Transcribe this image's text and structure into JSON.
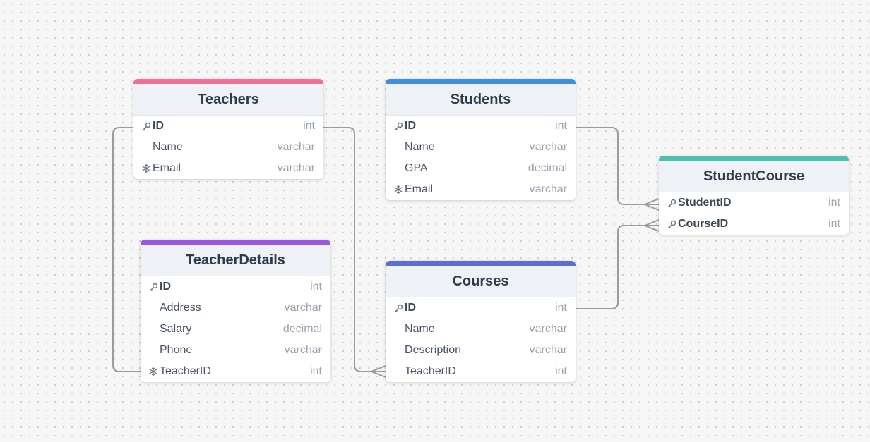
{
  "tables": {
    "teachers": {
      "name": "Teachers",
      "accent": "#f06f95",
      "fields": [
        {
          "icon": "key-icon",
          "name": "ID",
          "type": "int",
          "pk": true
        },
        {
          "icon": "",
          "name": "Name",
          "type": "varchar",
          "pk": false
        },
        {
          "icon": "unique-icon",
          "name": "Email",
          "type": "varchar",
          "pk": false
        }
      ]
    },
    "students": {
      "name": "Students",
      "accent": "#3f8fdd",
      "fields": [
        {
          "icon": "key-icon",
          "name": "ID",
          "type": "int",
          "pk": true
        },
        {
          "icon": "",
          "name": "Name",
          "type": "varchar",
          "pk": false
        },
        {
          "icon": "",
          "name": "GPA",
          "type": "decimal",
          "pk": false
        },
        {
          "icon": "unique-icon",
          "name": "Email",
          "type": "varchar",
          "pk": false
        }
      ]
    },
    "studentcourse": {
      "name": "StudentCourse",
      "accent": "#4fc0ad",
      "fields": [
        {
          "icon": "key-icon",
          "name": "StudentID",
          "type": "int",
          "pk": true
        },
        {
          "icon": "key-icon",
          "name": "CourseID",
          "type": "int",
          "pk": true
        }
      ]
    },
    "teacherdetails": {
      "name": "TeacherDetails",
      "accent": "#9a57e0",
      "fields": [
        {
          "icon": "key-icon",
          "name": "ID",
          "type": "int",
          "pk": true
        },
        {
          "icon": "",
          "name": "Address",
          "type": "varchar",
          "pk": false
        },
        {
          "icon": "",
          "name": "Salary",
          "type": "decimal",
          "pk": false
        },
        {
          "icon": "",
          "name": "Phone",
          "type": "varchar",
          "pk": false
        },
        {
          "icon": "unique-icon",
          "name": "TeacherID",
          "type": "int",
          "pk": false
        }
      ]
    },
    "courses": {
      "name": "Courses",
      "accent": "#5c6fd0",
      "fields": [
        {
          "icon": "key-icon",
          "name": "ID",
          "type": "int",
          "pk": true
        },
        {
          "icon": "",
          "name": "Name",
          "type": "varchar",
          "pk": false
        },
        {
          "icon": "",
          "name": "Description",
          "type": "varchar",
          "pk": false
        },
        {
          "icon": "",
          "name": "TeacherID",
          "type": "int",
          "pk": false
        }
      ]
    }
  },
  "relationships": [
    {
      "from": "teachers.ID",
      "to": "teacherdetails.TeacherID",
      "cardinality": "one-to-one"
    },
    {
      "from": "teachers.ID",
      "to": "courses.TeacherID",
      "cardinality": "one-to-many"
    },
    {
      "from": "students.ID",
      "to": "studentcourse.StudentID",
      "cardinality": "one-to-many"
    },
    {
      "from": "courses.ID",
      "to": "studentcourse.CourseID",
      "cardinality": "one-to-many"
    }
  ]
}
